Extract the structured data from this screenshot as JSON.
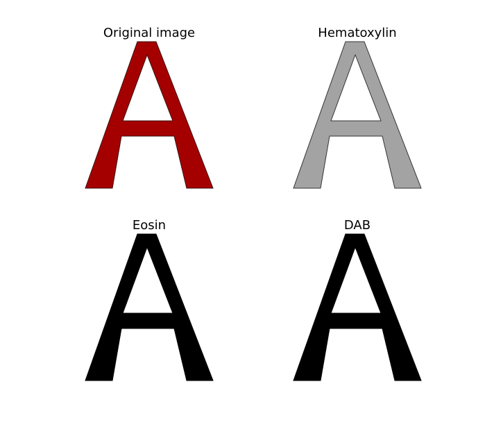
{
  "figure": {
    "panels": [
      {
        "id": "original",
        "title": "Original image",
        "fill": "#a50000",
        "stroke": "#3a1010",
        "description_icon": "letter-a-red-image"
      },
      {
        "id": "hematoxylin",
        "title": "Hematoxylin",
        "fill": "#a3a3a3",
        "stroke": "#333333",
        "description_icon": "letter-a-gray-image"
      },
      {
        "id": "eosin",
        "title": "Eosin",
        "fill": "#000000",
        "stroke": "#000000",
        "description_icon": "letter-a-black-image"
      },
      {
        "id": "dab",
        "title": "DAB",
        "fill": "#000000",
        "stroke": "#000000",
        "description_icon": "letter-a-black-image"
      }
    ]
  }
}
